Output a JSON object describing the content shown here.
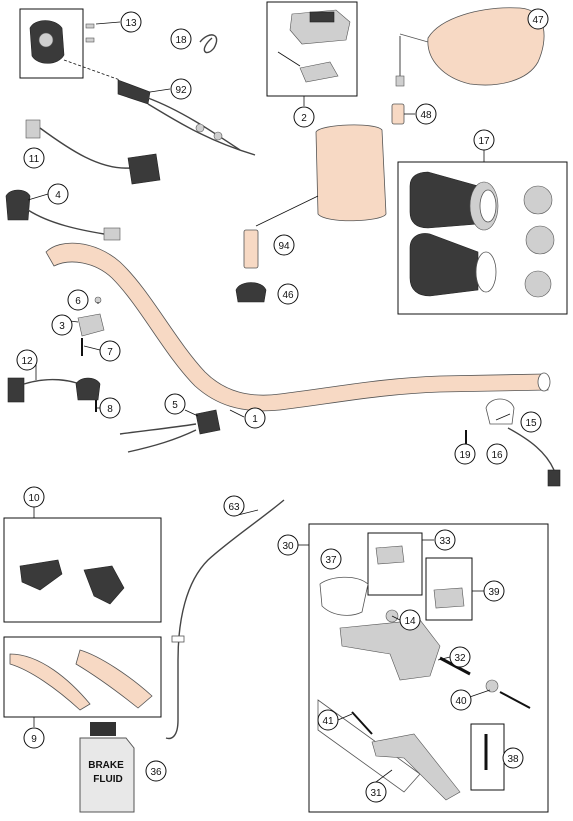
{
  "labels": {
    "n1": "1",
    "n2": "2",
    "n3": "3",
    "n4": "4",
    "n5": "5",
    "n6": "6",
    "n7": "7",
    "n8": "8",
    "n9": "9",
    "n10": "10",
    "n11": "11",
    "n12": "12",
    "n13": "13",
    "n14": "14",
    "n15": "15",
    "n16": "16",
    "n17": "17",
    "n18": "18",
    "n19": "19",
    "n30": "30",
    "n31": "31",
    "n32": "32",
    "n33": "33",
    "n36": "36",
    "n37": "37",
    "n38": "38",
    "n39": "39",
    "n40": "40",
    "n41": "41",
    "n46": "46",
    "n47": "47",
    "n48": "48",
    "n63": "63",
    "n92": "92",
    "n94": "94"
  },
  "bottle": {
    "line1": "BRAKE",
    "line2": "FLUID"
  }
}
